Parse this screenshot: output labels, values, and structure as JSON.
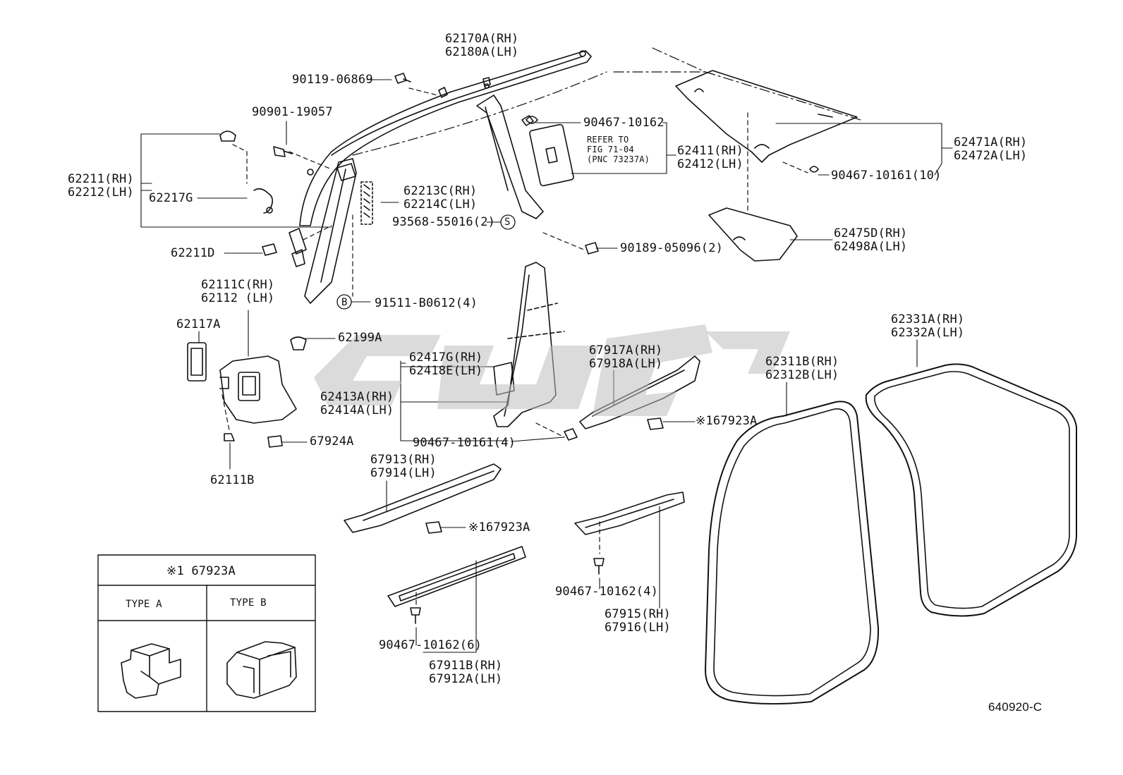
{
  "labels": {
    "p62170": [
      "62170A(RH)",
      "62180A(LH)"
    ],
    "p90119": "90119-06869",
    "p90901": "90901-19057",
    "p62211": [
      "62211(RH)",
      "62212(LH)"
    ],
    "p62217G": "62217G",
    "p62213C": [
      "62213C(RH)",
      "62214C(LH)"
    ],
    "p93568": "93568-55016(2)",
    "p62211D": "62211D",
    "p91511": "91511-B0612(4)",
    "p90467_top": "90467-10162",
    "refer": [
      "REFER TO",
      "FIG 71-04",
      "(PNC 73237A)"
    ],
    "p62411": [
      "62411(RH)",
      "62412(LH)"
    ],
    "p62471": [
      "62471A(RH)",
      "62472A(LH)"
    ],
    "p90467_10": "90467-10161(10)",
    "p62475D": [
      "62475D(RH)",
      "62498A(LH)"
    ],
    "p90189": "90189-05096(2)",
    "p62111C": [
      "62111C(RH)",
      "62112 (LH)"
    ],
    "p62117A": "62117A",
    "p62199A": "62199A",
    "p62417G": [
      "62417G(RH)",
      "62418E(LH)"
    ],
    "p62413A": [
      "62413A(RH)",
      "62414A(LH)"
    ],
    "p90467_4": "90467-10161(4)",
    "p67917A": [
      "67917A(RH)",
      "67918A(LH)"
    ],
    "p167923_a": "※167923A",
    "p62331A": [
      "62331A(RH)",
      "62332A(LH)"
    ],
    "p62311B": [
      "62311B(RH)",
      "62312B(LH)"
    ],
    "p67924A": "67924A",
    "p62111B": "62111B",
    "p67913": [
      "67913(RH)",
      "67914(LH)"
    ],
    "p167923_b": "※167923A",
    "p90467_10162_4": "90467-10162(4)",
    "p67915": [
      "67915(RH)",
      "67916(LH)"
    ],
    "p90467_10162_6": "90467-10162(6)",
    "p67911B": [
      "67911B(RH)",
      "67912A(LH)"
    ],
    "circle_s": "S",
    "circle_b": "B",
    "drawing_code": "640920-C"
  },
  "legend_table": {
    "title": "※1 67923A",
    "type_a": "TYPE A",
    "type_b": "TYPE B"
  },
  "colors": {
    "ink": "#111111",
    "watermark": "#bdbdbd"
  }
}
